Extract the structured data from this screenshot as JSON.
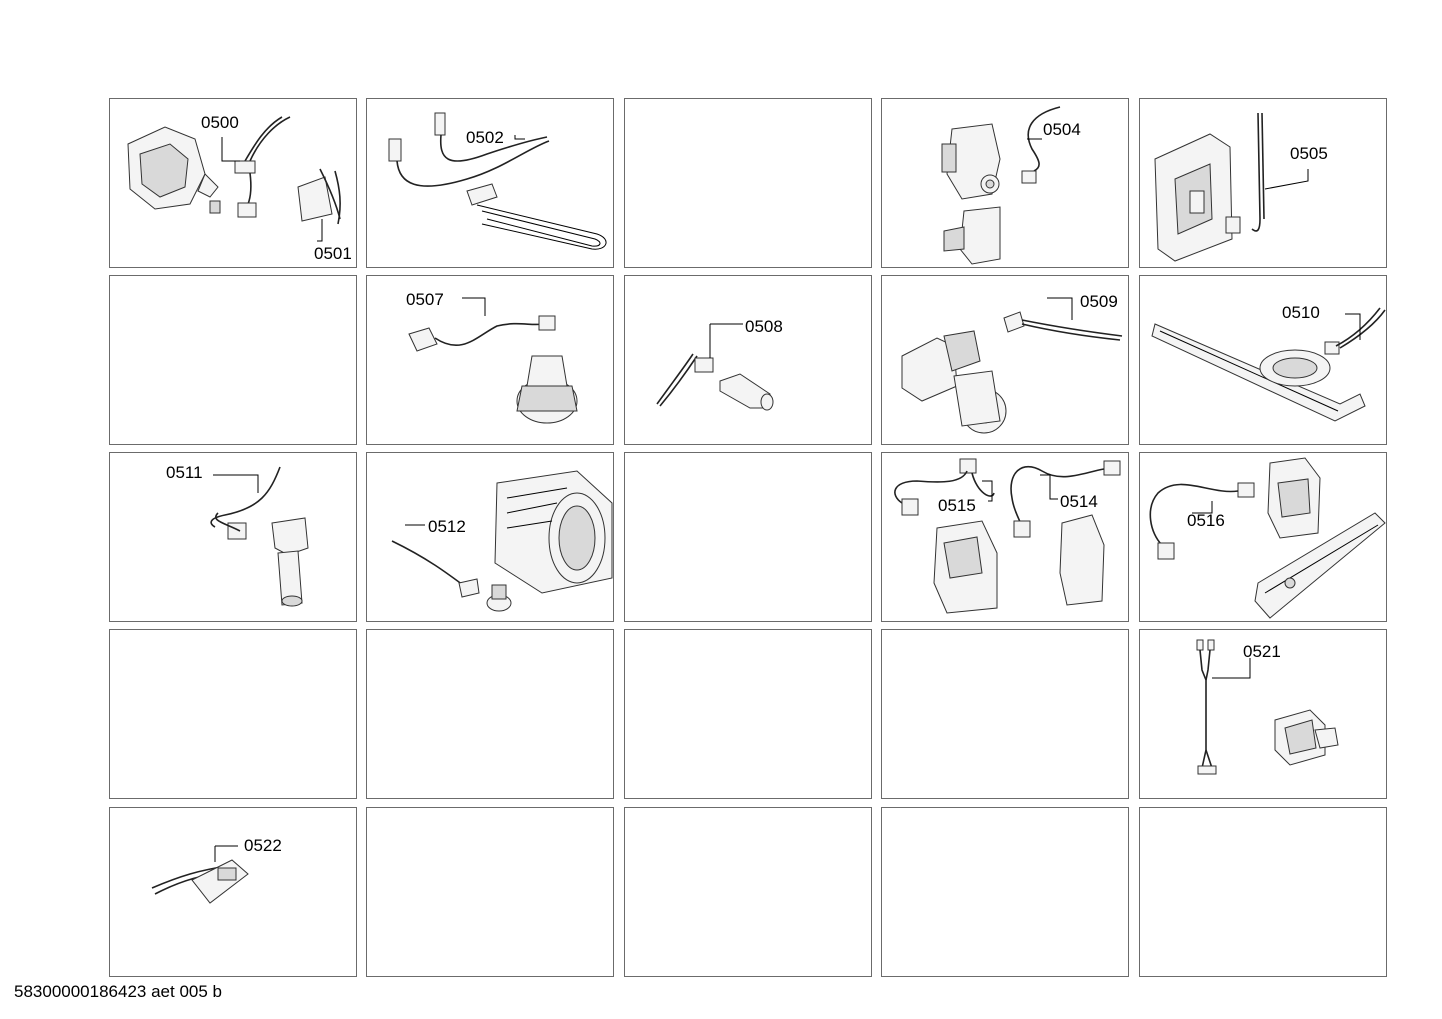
{
  "footer": "58300000186423 aet 005 b",
  "labels": {
    "p0500": "0500",
    "p0501": "0501",
    "p0502": "0502",
    "p0504": "0504",
    "p0505": "0505",
    "p0507": "0507",
    "p0508": "0508",
    "p0509": "0509",
    "p0510": "0510",
    "p0511": "0511",
    "p0512": "0512",
    "p0514": "0514",
    "p0515": "0515",
    "p0516": "0516",
    "p0521": "0521",
    "p0522": "0522"
  }
}
